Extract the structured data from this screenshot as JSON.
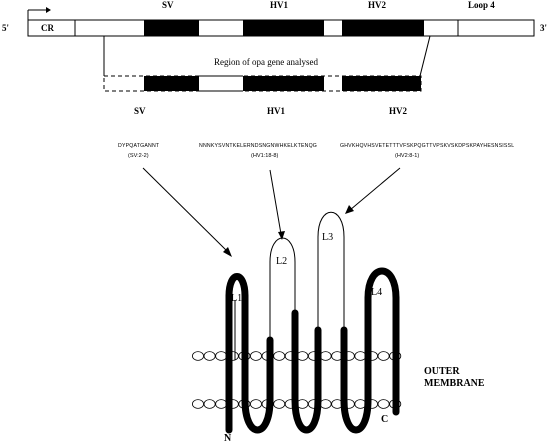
{
  "gene_map": {
    "five_prime": "5'",
    "three_prime": "3'",
    "cr_label": "CR",
    "segment_labels": [
      "SV",
      "HV1",
      "HV2",
      "Loop 4"
    ],
    "region_label": "Region of opa gene analysed"
  },
  "sequences": {
    "headers": [
      "SV",
      "HV1",
      "HV2"
    ],
    "sv": {
      "seq": "DYPQATGANNT",
      "allele": "(SV:2-2)"
    },
    "hv1": {
      "seq": "NNNKYSVNTKELERNDSNGNWHKELKTENQG",
      "allele": "(HV1:18-8)"
    },
    "hv2": {
      "seq": "GHVKHQVHSVETETTTVFSKPQGTTVPSKVSKDPSKPAYHESNSISSL",
      "allele": "(HV2:8-1)"
    }
  },
  "membrane": {
    "loop_labels": [
      "L1",
      "L2",
      "L3",
      "L4"
    ],
    "n_label": "N",
    "c_label": "C",
    "outer_membrane_label": [
      "OUTER",
      "MEMBRANE"
    ]
  }
}
